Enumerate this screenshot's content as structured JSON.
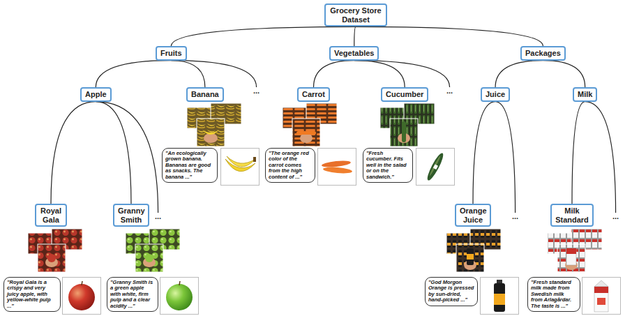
{
  "diagram": {
    "nodes": [
      {
        "text": [
          "Grocery Store Dataset"
        ]
      },
      {
        "text": [
          "Fruits"
        ]
      },
      {
        "text": [
          "Vegetables"
        ]
      },
      {
        "text": [
          "Packages"
        ]
      },
      {
        "text": [
          "Apple"
        ]
      },
      {
        "text": [
          "Banana"
        ]
      },
      {
        "text": [
          "Carrot"
        ]
      },
      {
        "text": [
          "Cucumber"
        ]
      },
      {
        "text": [
          "Juice"
        ]
      },
      {
        "text": [
          "Milk"
        ]
      },
      {
        "text": [
          "\"An ecologically grown banana. Bananas are good as snacks. The banana ...\""
        ]
      },
      {
        "text": [
          "\"The orange red color of the carrot comes from the high content of ...\""
        ]
      },
      {
        "text": [
          "\"Fresh cucumber. Fits well in the salad or on the sandwich.\""
        ]
      },
      {
        "text": [
          "Royal Gala"
        ]
      },
      {
        "text": [
          "Granny Smith"
        ]
      },
      {
        "text": [
          "Orange Juice"
        ]
      },
      {
        "text": [
          "Milk Standard"
        ]
      },
      {
        "text": [
          "\"Royal Gala is a crispy and very juicy apple, with yellow-white pulp ...\""
        ]
      },
      {
        "text": [
          "\"Granny Smith is a green apple with white, firm pulp and a clear acidity ...\""
        ]
      },
      {
        "text": [
          "\"God Morgon Orange is pressed by sun-dried, hand-picked ...\""
        ]
      },
      {
        "text": [
          "\"Fresh standard milk made from Swedish milk from Arlagårdar. The taste is ...\""
        ]
      }
    ],
    "edges": [
      {
        "from": 0,
        "to": 1,
        "arrow": "none"
      },
      {
        "from": 0,
        "to": 2,
        "arrow": "none"
      },
      {
        "from": 0,
        "to": 3,
        "arrow": "none"
      },
      {
        "from": 1,
        "to": 4,
        "arrow": "none"
      },
      {
        "from": 1,
        "to": 5,
        "arrow": "none"
      },
      {
        "from": 2,
        "to": 6,
        "arrow": "none"
      },
      {
        "from": 2,
        "to": 7,
        "arrow": "none"
      },
      {
        "from": 3,
        "to": 8,
        "arrow": "none"
      },
      {
        "from": 3,
        "to": 9,
        "arrow": "none"
      },
      {
        "from": 4,
        "to": 13,
        "arrow": "none"
      },
      {
        "from": 4,
        "to": 14,
        "arrow": "none"
      },
      {
        "from": 8,
        "to": 15,
        "arrow": "none"
      },
      {
        "from": 9,
        "to": 16,
        "arrow": "none"
      }
    ],
    "labels": [
      "...",
      "...",
      "...",
      "...",
      "..."
    ]
  }
}
